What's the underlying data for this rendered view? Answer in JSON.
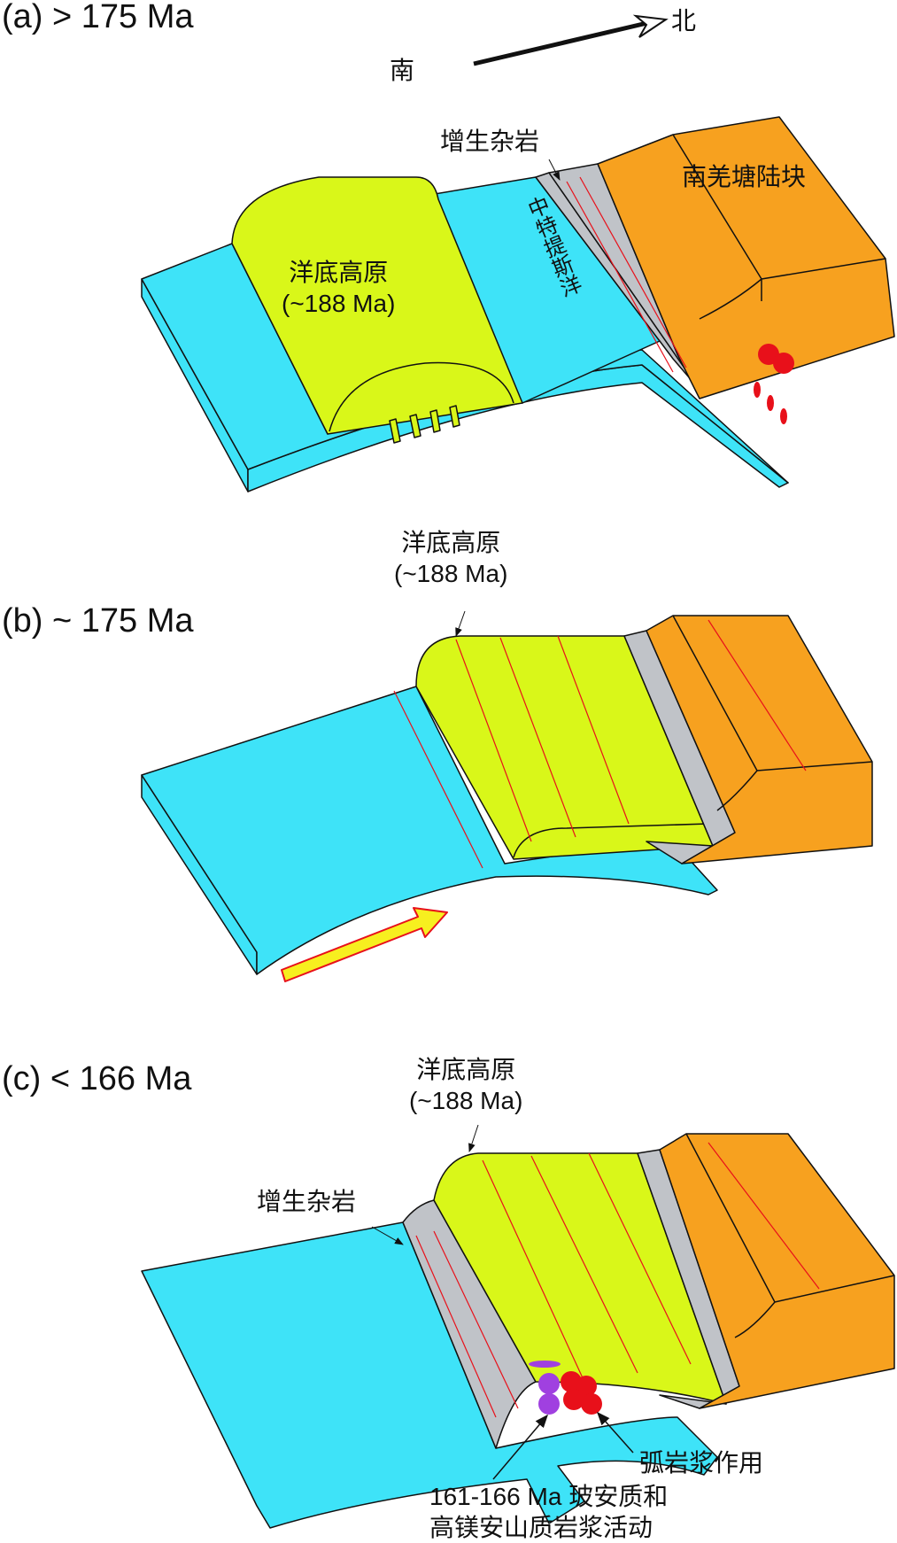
{
  "colors": {
    "ocean": "#3ee3f8",
    "plateau": "#d9f719",
    "continent": "#f7a11f",
    "accretion": "#c0c3c8",
    "arc_magma": "#e8101a",
    "boninite": "#a040e0",
    "arrow": "#f7ef1f"
  },
  "compass": {
    "south": "南",
    "north": "北"
  },
  "panel_a": {
    "title": "(a) > 175 Ma",
    "accretionary_complex": "增生杂岩",
    "south_qiangtang": "南羌塘陆块",
    "plateau": "洋底高原",
    "plateau_age": "(~188 Ma)",
    "ocean": "中特提斯洋"
  },
  "panel_b": {
    "title": "(b) ~ 175 Ma",
    "plateau": "洋底高原",
    "plateau_age": "(~188 Ma)"
  },
  "panel_c": {
    "title": "(c) < 166 Ma",
    "plateau": "洋底高原",
    "plateau_age": "(~188 Ma)",
    "accretionary_complex": "增生杂岩",
    "arc_magmatism": "弧岩浆作用",
    "boninite_line1": "161-166 Ma 玻安质和",
    "boninite_line2": "高镁安山质岩浆活动"
  }
}
